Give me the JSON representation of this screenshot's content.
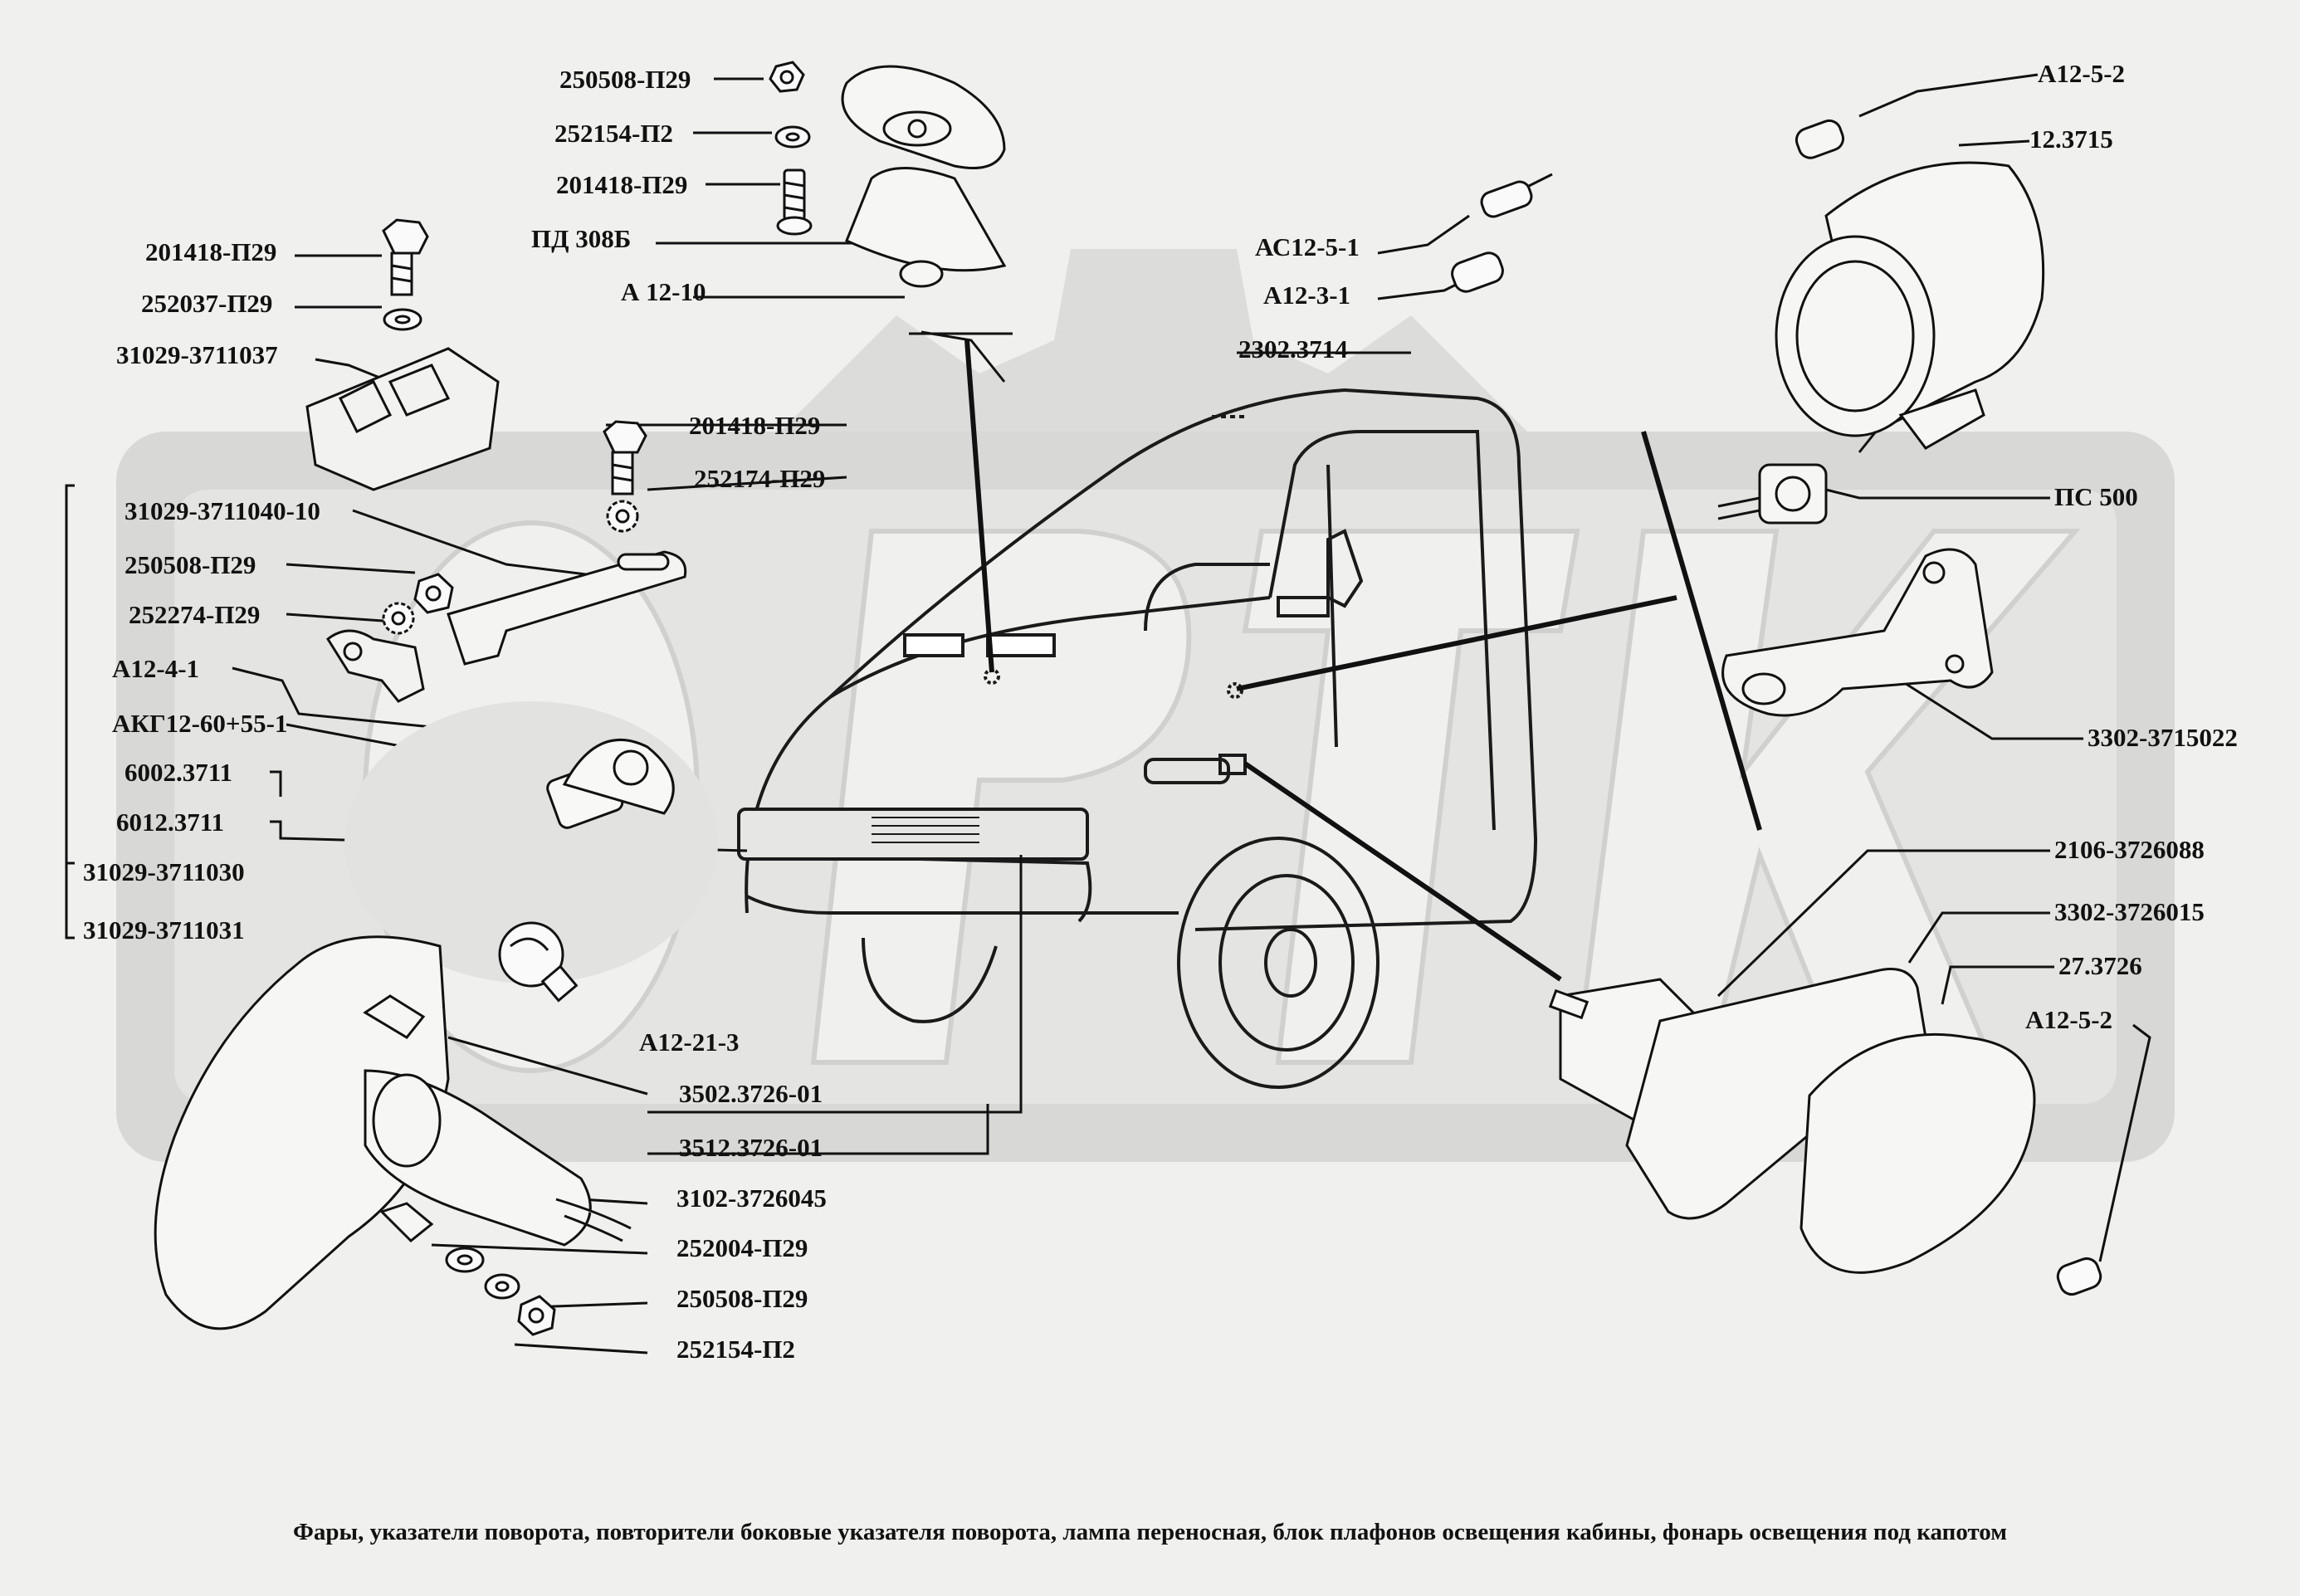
{
  "caption": "Фары, указатели поворота, повторители боковые указателя поворота, лампа переносная, блок плафонов освещения кабины, фонарь освещения под капотом",
  "watermark": "ОВТК",
  "colors": {
    "background": "#f0f0ee",
    "ink": "#111111",
    "watermark": "#d6d6d4"
  },
  "labels": {
    "l01": "250508-П29",
    "l02": "252154-П2",
    "l03": "201418-П29",
    "l04": "ПД 308Б",
    "l05": "А 12-10",
    "l06": "201418-П29",
    "l07": "252037-П29",
    "l08": "31029-3711037",
    "l09": "201418-П29",
    "l10": "252174-П29",
    "l11": "31029-3711040-10",
    "l12": "250508-П29",
    "l13": "252274-П29",
    "l14": "А12-4-1",
    "l15": "АКГ12-60+55-1",
    "l16": "6002.3711",
    "l17": "6012.3711",
    "l18": "31029-3711030",
    "l19": "31029-3711031",
    "l20": "А12-21-3",
    "l21": "3502.3726-01",
    "l22": "3512.3726-01",
    "l23": "3102-3726045",
    "l24": "252004-П29",
    "l25": "250508-П29",
    "l26": "252154-П2",
    "l27": "АС12-5-1",
    "l28": "А12-3-1",
    "l29": "2302.3714",
    "l30": "А12-5-2",
    "l31": "12.3715",
    "l32": "ПС 500",
    "l33": "3302-3715022",
    "l34": "2106-3726088",
    "l35": "3302-3726015",
    "l36": "27.3726",
    "l37": "А12-5-2"
  }
}
